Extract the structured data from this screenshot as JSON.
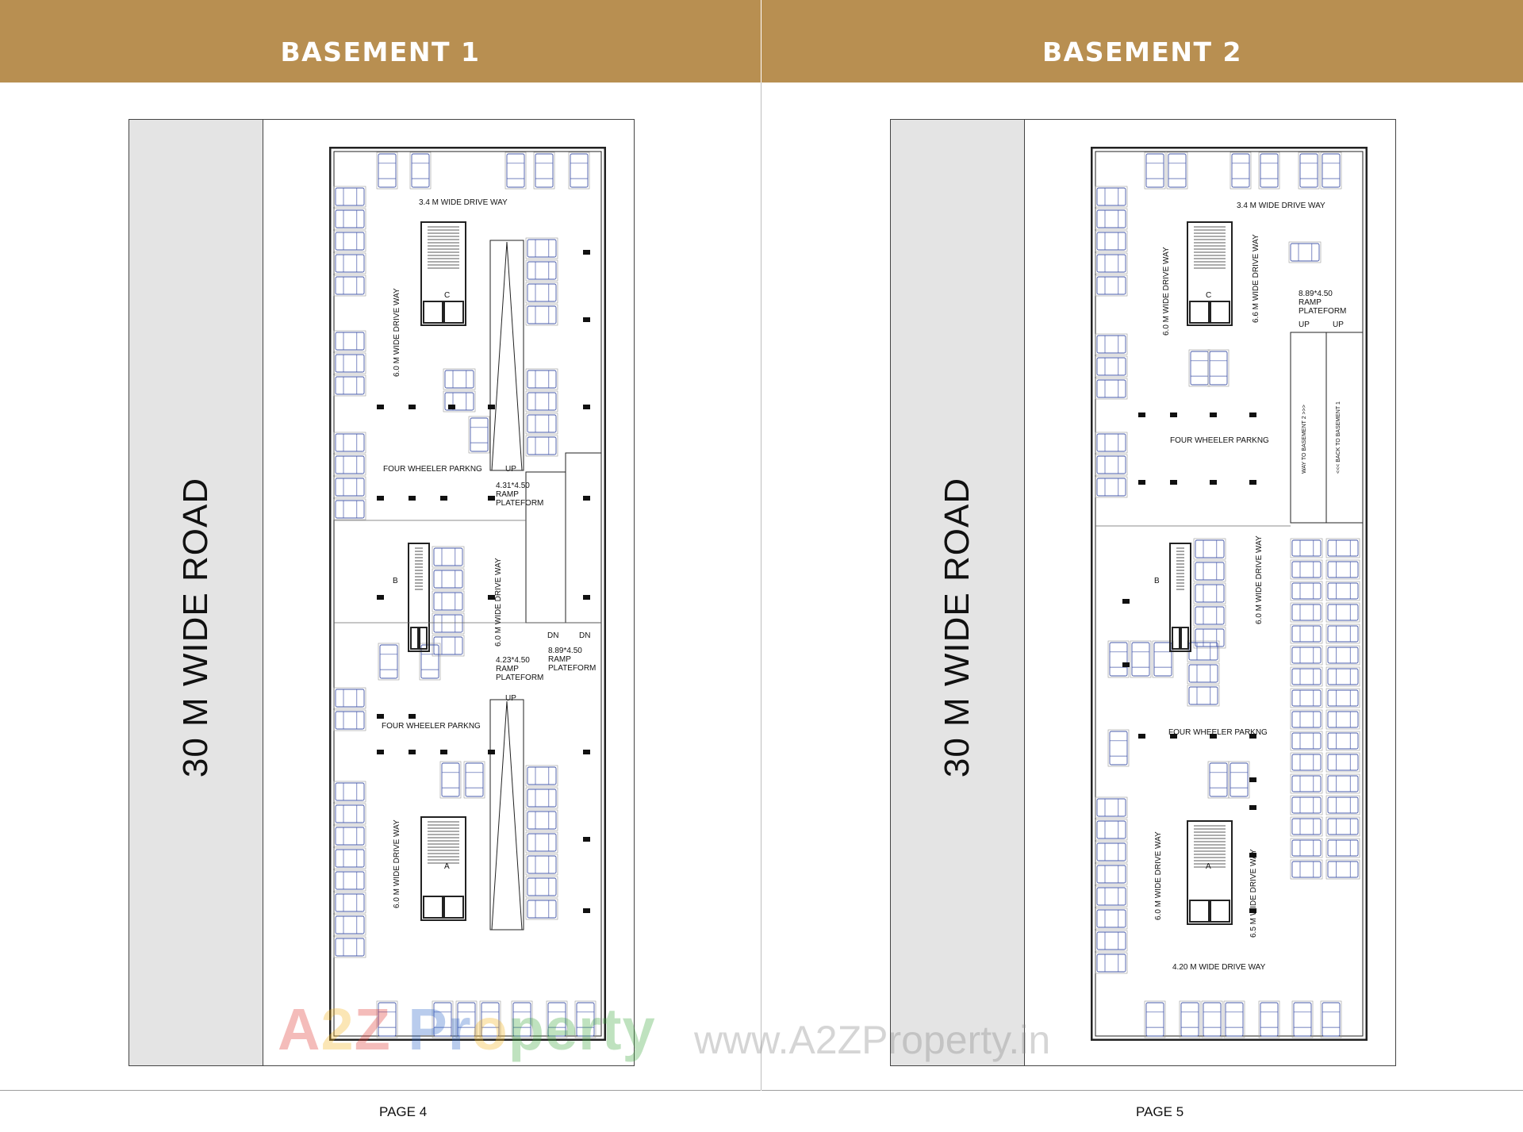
{
  "pages": [
    {
      "header": "BASEMENT 1",
      "road_label": "30 M WIDE  ROAD",
      "page_number": "PAGE 4",
      "labels": {
        "top_driveway": "3.4  M WIDE  DRIVE WAY",
        "driveway_upper": "6.0  M WIDE  DRIVE WAY",
        "driveway_mid": "6.0 M WIDE  DRIVE WAY",
        "driveway_lower": "6.0  M WIDE  DRIVE WAY",
        "parking_upper": "FOUR WHEELER PARKNG",
        "parking_lower": "FOUR WHEELER PARKNG",
        "ramp_up_1": "UP",
        "ramp_up_2": "UP",
        "ramp_1": "4.31*4.50\nRAMP\nPLATEFORM",
        "ramp_2": "4.23*4.50\nRAMP\nPLATEFORM",
        "ramp_3": "8.89*4.50\nRAMP\nPLATEFORM",
        "dn_1": "DN",
        "dn_2": "DN",
        "core_c": "C",
        "core_b": "B",
        "core_a": "A"
      }
    },
    {
      "header": "BASEMENT 2",
      "road_label": "30 M WIDE  ROAD",
      "page_number": "PAGE 5",
      "labels": {
        "top_driveway": "3.4  M WIDE  DRIVE WAY",
        "driveway_upper_left": "6.0  M WIDE  DRIVE WAY",
        "driveway_upper_right": "6.6  M WIDE  DRIVE WAY",
        "driveway_mid": "6.0  M WIDE  DRIVE WAY",
        "driveway_lower_left": "6.0  M WIDE  DRIVE WAY",
        "driveway_lower_right": "6.5  M WIDE  DRIVE WAY",
        "bottom_driveway": "4.20  M WIDE  DRIVE WAY",
        "parking_upper": "FOUR WHEELER PARKNG",
        "parking_lower": "FOUR WHEELER PARKNG",
        "ramp": "8.89*4.50\nRAMP\nPLATEFORM",
        "up_1": "UP",
        "up_2": "UP",
        "way_to_b2": "WAY TO BASEMENT 2 >>>",
        "back_to_b1": "<<< BACK TO BASEMENT 1",
        "core_c": "C",
        "core_b": "B",
        "core_a": "A"
      }
    }
  ],
  "watermark": {
    "logo": "A2Z Property",
    "url": "www.A2ZProperty.in"
  },
  "colors": {
    "header_bar": "#b88f51",
    "road_strip": "#e4e4e4",
    "car_outline": "#4658a8",
    "plan_line": "#222222"
  }
}
